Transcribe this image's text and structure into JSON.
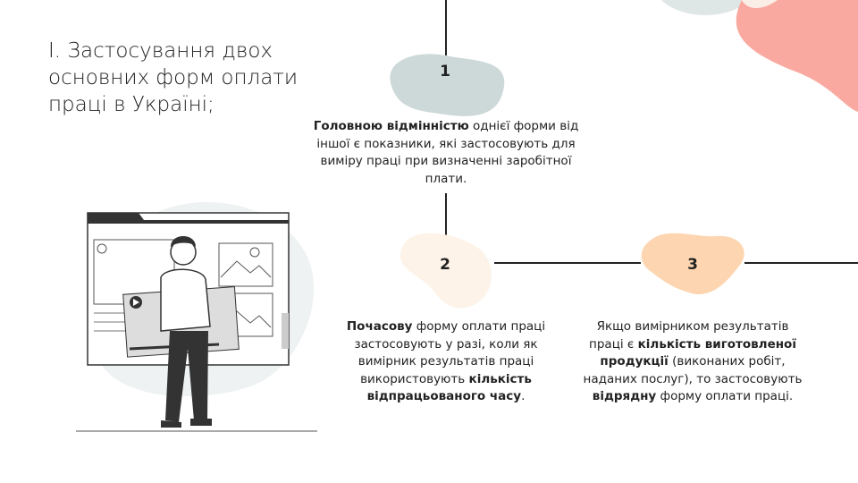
{
  "slide": {
    "title": "І. Застосування двох основних форм оплати праці в Україні;",
    "steps": [
      {
        "number": "1",
        "text_bold_1": "Головною відмінністю",
        "text_1": " однієї форми від іншої є показники, які застосовують  для виміру праці при визначенні заробітної плати."
      },
      {
        "number": "2",
        "text_bold_1": "Почасову",
        "text_1": " форму  оплати праці застосовують  у разі, коли як вимірник результатів праці використовують ",
        "text_bold_2": "кількість відпрацьованого часу",
        "text_2": "."
      },
      {
        "number": "3",
        "text_1": "Якщо вимірником результатів праці є ",
        "text_bold_1": "кількість виготовленої продукції",
        "text_2": " (виконаних робіт, наданих послуг), то застосовують ",
        "text_bold_2": "відрядну",
        "text_3": " форму оплати праці."
      }
    ],
    "colors": {
      "blob1": "#cdd8d8",
      "blob2": "#fdf3e8",
      "blob3": "#fdd5b0",
      "accent_pink": "#f9a99f"
    }
  }
}
